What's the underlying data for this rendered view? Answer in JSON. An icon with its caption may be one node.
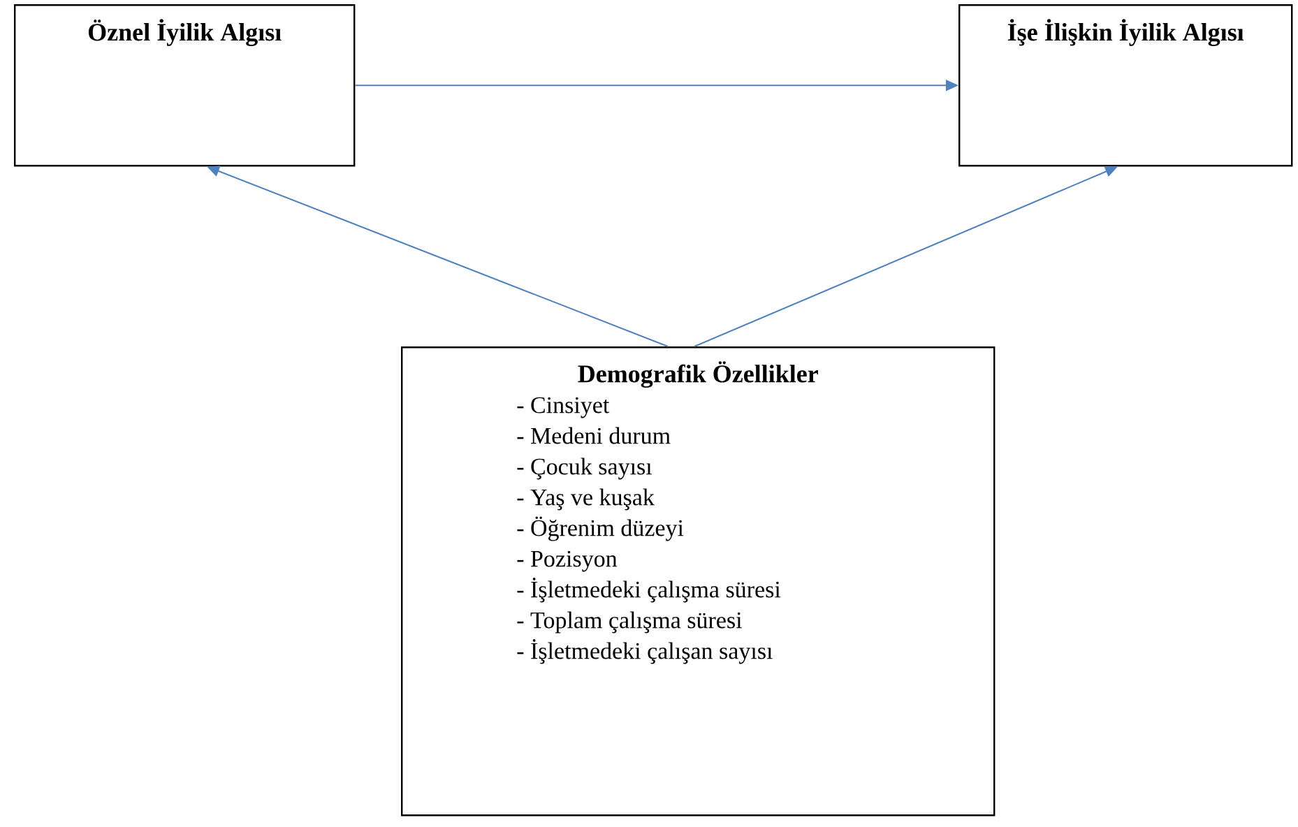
{
  "diagram": {
    "nodes": [
      {
        "text": [
          "Öznel İyilik Algısı"
        ]
      },
      {
        "text": [
          "İşe İlişkin İyilik Algısı"
        ]
      },
      {
        "text": [
          "Demografik Özellikler",
          "- Cinsiyet",
          "- Medeni durum",
          "- Çocuk sayısı",
          "- Yaş ve kuşak",
          "- Öğrenim düzeyi",
          "- Pozisyon",
          "- İşletmedeki çalışma süresi",
          "- Toplam çalışma süresi",
          "- İşletmedeki çalışan sayısı"
        ]
      }
    ],
    "edges": [
      {
        "from": 0,
        "to": 1,
        "arrow": "to"
      },
      {
        "from": 2,
        "to": 0,
        "arrow": "to"
      },
      {
        "from": 2,
        "to": 1,
        "arrow": "to"
      }
    ]
  }
}
